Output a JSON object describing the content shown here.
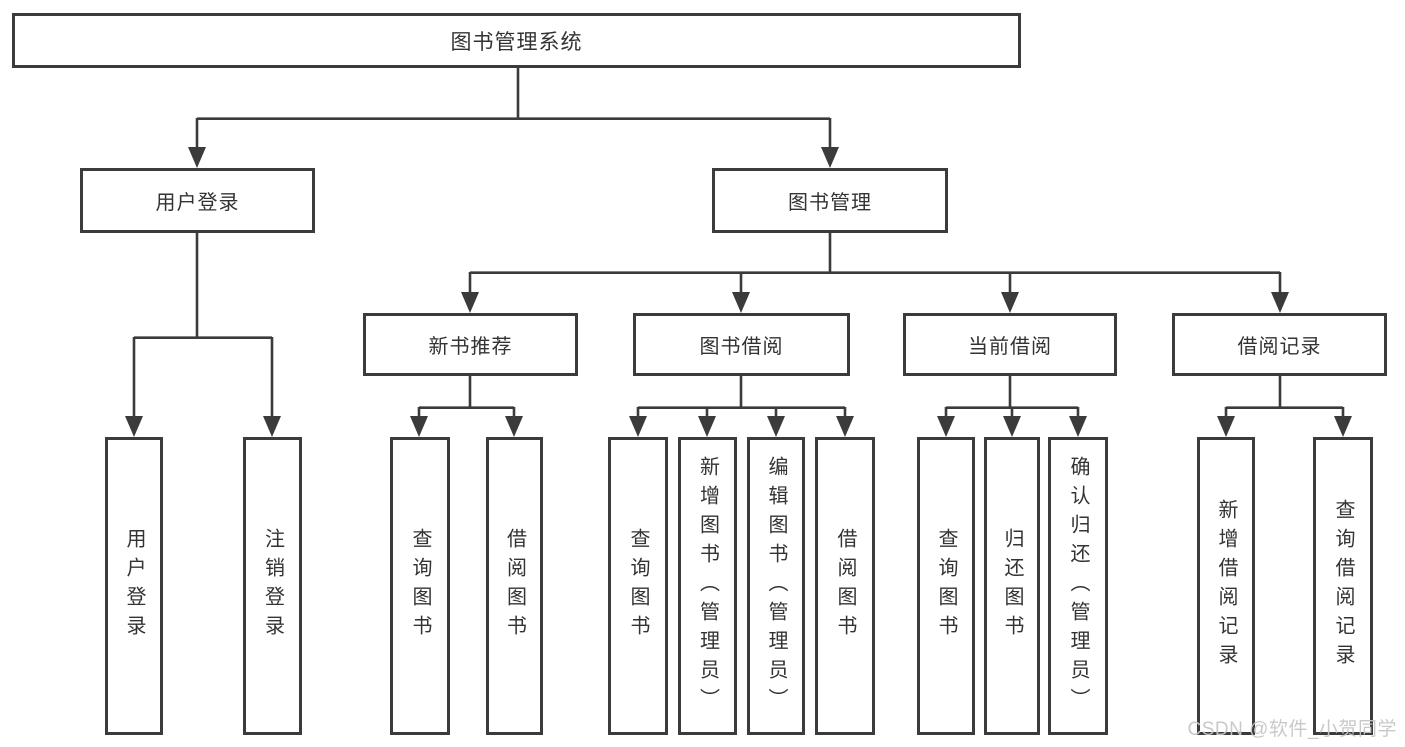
{
  "tree": {
    "root": {
      "label": "图书管理系统"
    },
    "groups": [
      {
        "label": "用户登录",
        "children": [
          {
            "label": "用户登录"
          },
          {
            "label": "注销登录"
          }
        ]
      },
      {
        "label": "图书管理"
      }
    ],
    "subgroups": [
      {
        "label": "新书推荐",
        "children": [
          {
            "label": "查询图书"
          },
          {
            "label": "借阅图书"
          }
        ]
      },
      {
        "label": "图书借阅",
        "children": [
          {
            "label": "查询图书"
          },
          {
            "label": "新增图书（管理员）"
          },
          {
            "label": "编辑图书（管理员）"
          },
          {
            "label": "借阅图书"
          }
        ]
      },
      {
        "label": "当前借阅",
        "children": [
          {
            "label": "查询图书"
          },
          {
            "label": "归还图书"
          },
          {
            "label": "确认归还（管理员）"
          }
        ]
      },
      {
        "label": "借阅记录",
        "children": [
          {
            "label": "新增借阅记录"
          },
          {
            "label": "查询借阅记录"
          }
        ]
      }
    ]
  },
  "watermark": {
    "text": "CSDN @软件_小贺同学"
  },
  "colors": {
    "line": "#3b3b3b",
    "border": "#3b3b3b",
    "text": "#333333",
    "watermark": "#c6c6c6",
    "background": "#ffffff"
  }
}
